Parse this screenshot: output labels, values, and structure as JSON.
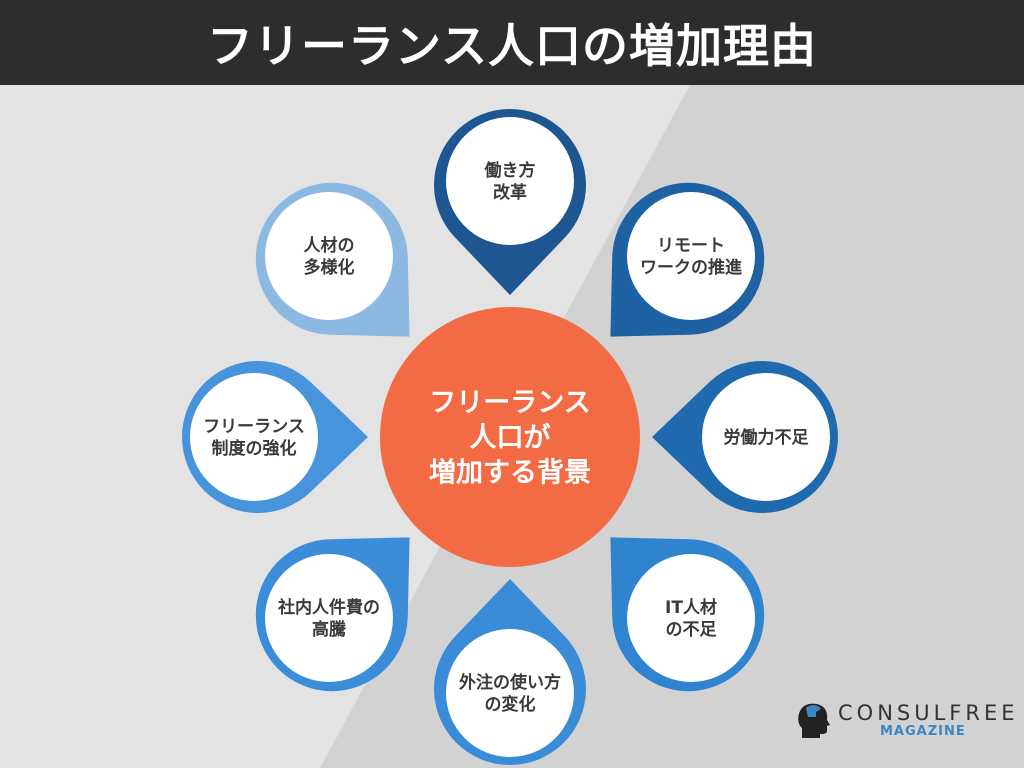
{
  "title": "フリーランス人口の増加理由",
  "center": {
    "lines": [
      "フリーランス",
      "人口が",
      "増加する背景"
    ],
    "color": "#f26b45"
  },
  "petals": [
    {
      "lines": [
        "働き方",
        "改革"
      ],
      "color": "#1d5690"
    },
    {
      "lines": [
        "リモート",
        "ワークの推進"
      ],
      "color": "#1e62a3"
    },
    {
      "lines": [
        "労働力不足"
      ],
      "color": "#1f6aae"
    },
    {
      "lines": [
        "IT人材",
        "の不足"
      ],
      "color": "#2f83cf"
    },
    {
      "lines": [
        "外注の使い方",
        "の変化"
      ],
      "color": "#3a8cd8"
    },
    {
      "lines": [
        "社内人件費の",
        "高騰"
      ],
      "color": "#3b8dd9"
    },
    {
      "lines": [
        "フリーランス",
        "制度の強化"
      ],
      "color": "#4793dc"
    },
    {
      "lines": [
        "人材の",
        "多様化"
      ],
      "color": "#8cb9e1"
    }
  ],
  "logo": {
    "main": "CONSULFREE",
    "sub": "MAGAZINE",
    "icon": "head-puzzle-icon"
  }
}
